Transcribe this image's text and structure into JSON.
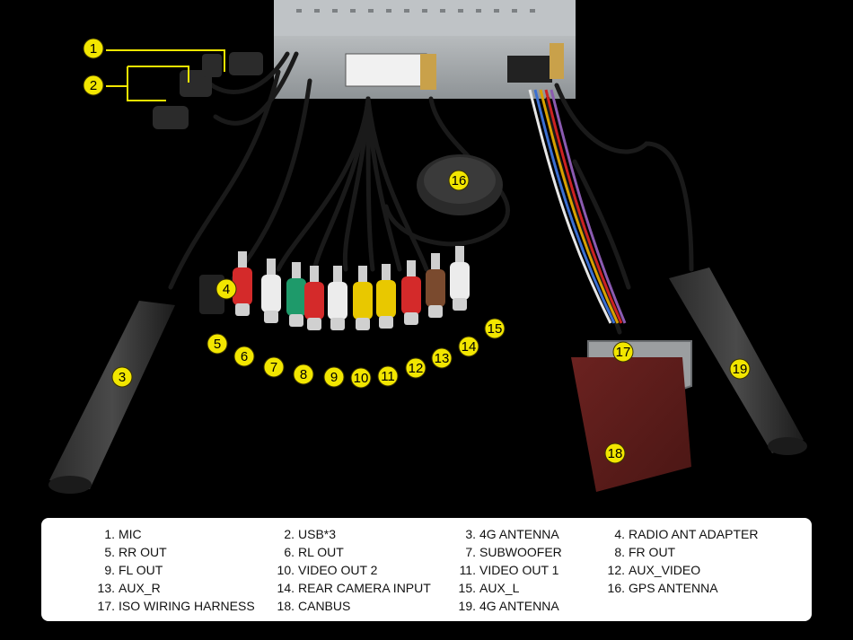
{
  "callouts": [
    "1",
    "2",
    "3",
    "4",
    "5",
    "6",
    "7",
    "8",
    "9",
    "10",
    "11",
    "12",
    "13",
    "14",
    "15",
    "16",
    "17",
    "18",
    "19"
  ],
  "legend": [
    {
      "num": "1.",
      "label": "MIC"
    },
    {
      "num": "2.",
      "label": "USB*3"
    },
    {
      "num": "3.",
      "label": "4G ANTENNA"
    },
    {
      "num": "4.",
      "label": "RADIO ANT ADAPTER"
    },
    {
      "num": "5.",
      "label": "RR OUT"
    },
    {
      "num": "6.",
      "label": "RL OUT"
    },
    {
      "num": "7.",
      "label": "SUBWOOFER"
    },
    {
      "num": "8.",
      "label": "FR OUT"
    },
    {
      "num": "9.",
      "label": "FL OUT"
    },
    {
      "num": "10.",
      "label": "VIDEO OUT 2"
    },
    {
      "num": "11.",
      "label": "VIDEO OUT 1"
    },
    {
      "num": "12.",
      "label": "AUX_VIDEO"
    },
    {
      "num": "13.",
      "label": "AUX_R"
    },
    {
      "num": "14.",
      "label": "REAR CAMERA INPUT"
    },
    {
      "num": "15.",
      "label": "AUX_L"
    },
    {
      "num": "16.",
      "label": "GPS ANTENNA"
    },
    {
      "num": "17.",
      "label": "ISO WIRING HARNESS"
    },
    {
      "num": "18.",
      "label": "CANBUS"
    },
    {
      "num": "19.",
      "label": "4G ANTENNA"
    }
  ],
  "colors": {
    "callout_fill": "#f2e600",
    "rca": [
      "#d42a2a",
      "#ececec",
      "#1e9a6a",
      "#d42a2a",
      "#ececec",
      "#e8c800",
      "#e8c800",
      "#d42a2a",
      "#7a4a2e",
      "#ececec"
    ]
  }
}
